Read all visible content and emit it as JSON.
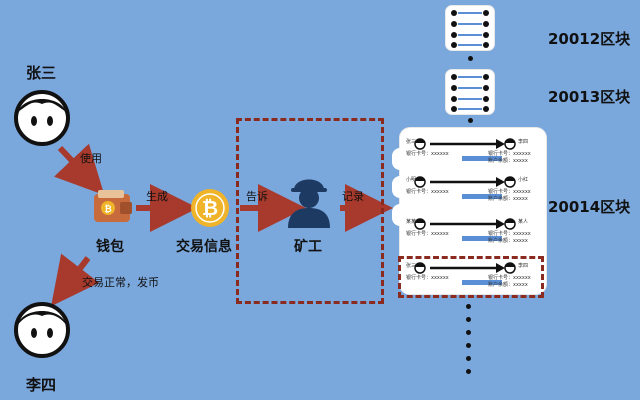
{
  "people": {
    "sender": "张三",
    "receiver": "李四"
  },
  "labels": {
    "use": "使用",
    "wallet": "钱包",
    "generate": "生成",
    "transaction": "交易信息",
    "tell": "告诉",
    "miner": "矿工",
    "record": "记录",
    "trade_ok": "交易正常，发币"
  },
  "blocks": [
    {
      "label": "20012区块"
    },
    {
      "label": "20013区块"
    },
    {
      "label": "20014区块"
    }
  ],
  "ledger_rows": [
    {
      "from": "张三",
      "to": "李四",
      "from_sub": "银行卡号：xxxxxx",
      "to_sub": "银行卡号：xxxxxx",
      "amount": "账户余额：xxxxx"
    },
    {
      "from": "小明",
      "to": "小红",
      "from_sub": "银行卡号：xxxxxx",
      "to_sub": "银行卡号：xxxxxx",
      "amount": "账户余额：xxxxx"
    },
    {
      "from": "某某",
      "to": "某人",
      "from_sub": "银行卡号：xxxxxx",
      "to_sub": "银行卡号：xxxxxx",
      "amount": "账户余额：xxxxx"
    },
    {
      "from": "张三",
      "to": "李四",
      "from_sub": "银行卡号：xxxxxx",
      "to_sub": "银行卡号：xxxxxx",
      "amount": "账户余额：xxxxx"
    }
  ],
  "colors": {
    "background": "#7aa7dc",
    "arrow": "#a73a2c",
    "dashed": "#8b2a1f",
    "wallet": "#c86b3c",
    "coin": "#f0b42a",
    "miner": "#1d3a63"
  }
}
